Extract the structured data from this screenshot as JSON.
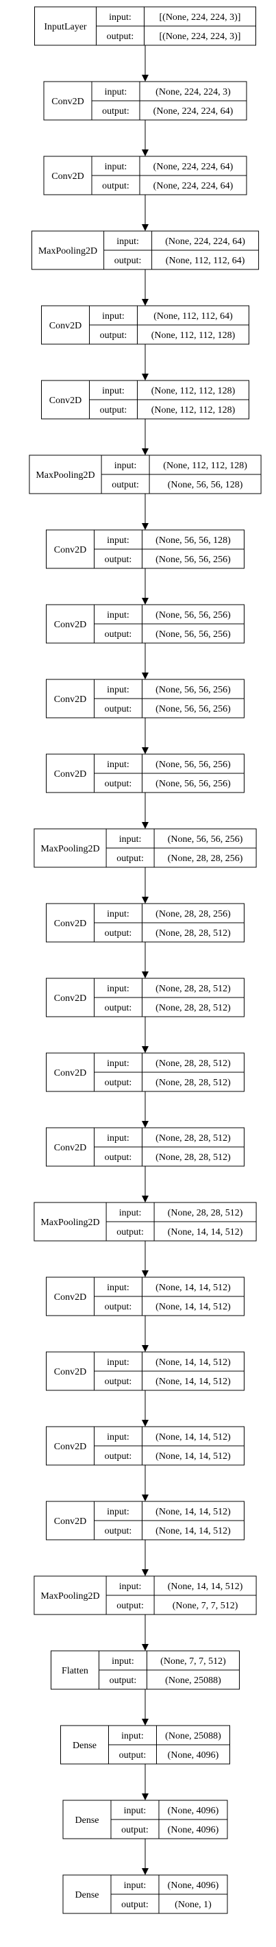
{
  "labels": {
    "input": "input:",
    "output": "output:"
  },
  "layers": [
    {
      "name": "InputLayer",
      "input": "[(None, 224, 224, 3)]",
      "output": "[(None, 224, 224, 3)]"
    },
    {
      "name": "Conv2D",
      "input": "(None, 224, 224, 3)",
      "output": "(None, 224, 224, 64)"
    },
    {
      "name": "Conv2D",
      "input": "(None, 224, 224, 64)",
      "output": "(None, 224, 224, 64)"
    },
    {
      "name": "MaxPooling2D",
      "input": "(None, 224, 224, 64)",
      "output": "(None, 112, 112, 64)"
    },
    {
      "name": "Conv2D",
      "input": "(None, 112, 112, 64)",
      "output": "(None, 112, 112, 128)"
    },
    {
      "name": "Conv2D",
      "input": "(None, 112, 112, 128)",
      "output": "(None, 112, 112, 128)"
    },
    {
      "name": "MaxPooling2D",
      "input": "(None, 112, 112, 128)",
      "output": "(None, 56, 56, 128)"
    },
    {
      "name": "Conv2D",
      "input": "(None, 56, 56, 128)",
      "output": "(None, 56, 56, 256)"
    },
    {
      "name": "Conv2D",
      "input": "(None, 56, 56, 256)",
      "output": "(None, 56, 56, 256)"
    },
    {
      "name": "Conv2D",
      "input": "(None, 56, 56, 256)",
      "output": "(None, 56, 56, 256)"
    },
    {
      "name": "Conv2D",
      "input": "(None, 56, 56, 256)",
      "output": "(None, 56, 56, 256)"
    },
    {
      "name": "MaxPooling2D",
      "input": "(None, 56, 56, 256)",
      "output": "(None, 28, 28, 256)"
    },
    {
      "name": "Conv2D",
      "input": "(None, 28, 28, 256)",
      "output": "(None, 28, 28, 512)"
    },
    {
      "name": "Conv2D",
      "input": "(None, 28, 28, 512)",
      "output": "(None, 28, 28, 512)"
    },
    {
      "name": "Conv2D",
      "input": "(None, 28, 28, 512)",
      "output": "(None, 28, 28, 512)"
    },
    {
      "name": "Conv2D",
      "input": "(None, 28, 28, 512)",
      "output": "(None, 28, 28, 512)"
    },
    {
      "name": "MaxPooling2D",
      "input": "(None, 28, 28, 512)",
      "output": "(None, 14, 14, 512)"
    },
    {
      "name": "Conv2D",
      "input": "(None, 14, 14, 512)",
      "output": "(None, 14, 14, 512)"
    },
    {
      "name": "Conv2D",
      "input": "(None, 14, 14, 512)",
      "output": "(None, 14, 14, 512)"
    },
    {
      "name": "Conv2D",
      "input": "(None, 14, 14, 512)",
      "output": "(None, 14, 14, 512)"
    },
    {
      "name": "Conv2D",
      "input": "(None, 14, 14, 512)",
      "output": "(None, 14, 14, 512)"
    },
    {
      "name": "MaxPooling2D",
      "input": "(None, 14, 14, 512)",
      "output": "(None, 7, 7, 512)"
    },
    {
      "name": "Flatten",
      "input": "(None, 7, 7, 512)",
      "output": "(None, 25088)"
    },
    {
      "name": "Dense",
      "input": "(None, 25088)",
      "output": "(None, 4096)"
    },
    {
      "name": "Dense",
      "input": "(None, 4096)",
      "output": "(None, 4096)"
    },
    {
      "name": "Dense",
      "input": "(None, 4096)",
      "output": "(None, 1)"
    }
  ]
}
